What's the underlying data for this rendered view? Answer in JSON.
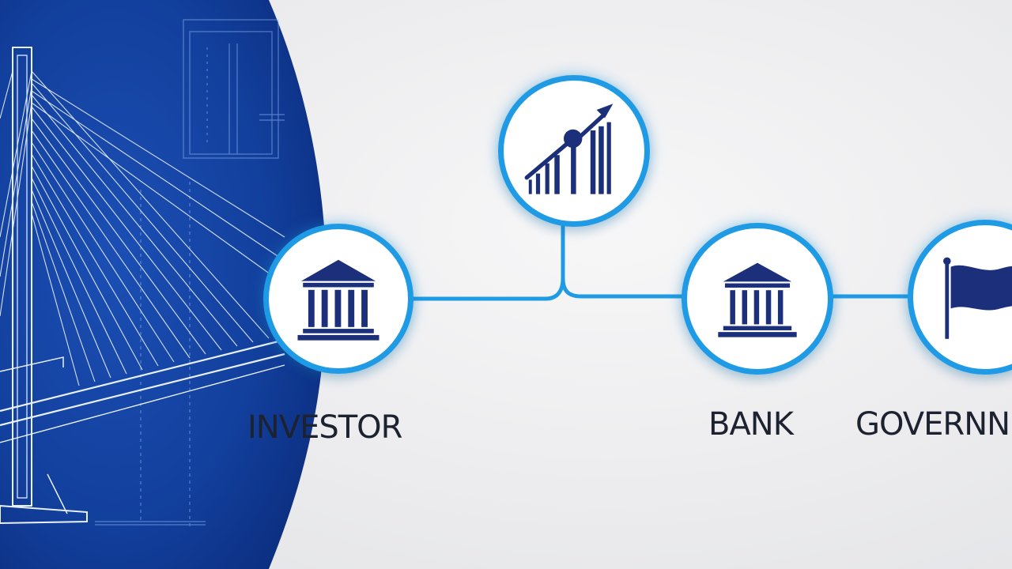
{
  "diagram": {
    "colors": {
      "blueprint_dark": "#0a2a78",
      "blueprint_mid": "#1846a8",
      "line": "#1f9be6",
      "icon": "#1b2f7a",
      "label": "#1d2230"
    },
    "nodes": [
      {
        "id": "investor",
        "label": "INVESTOR",
        "icon": "bank-building-icon"
      },
      {
        "id": "growth",
        "label": "",
        "icon": "growth-chart-icon"
      },
      {
        "id": "bank",
        "label": "BANK",
        "icon": "bank-building-icon"
      },
      {
        "id": "government",
        "label": "GOVERNN",
        "icon": "flag-icon"
      }
    ]
  }
}
